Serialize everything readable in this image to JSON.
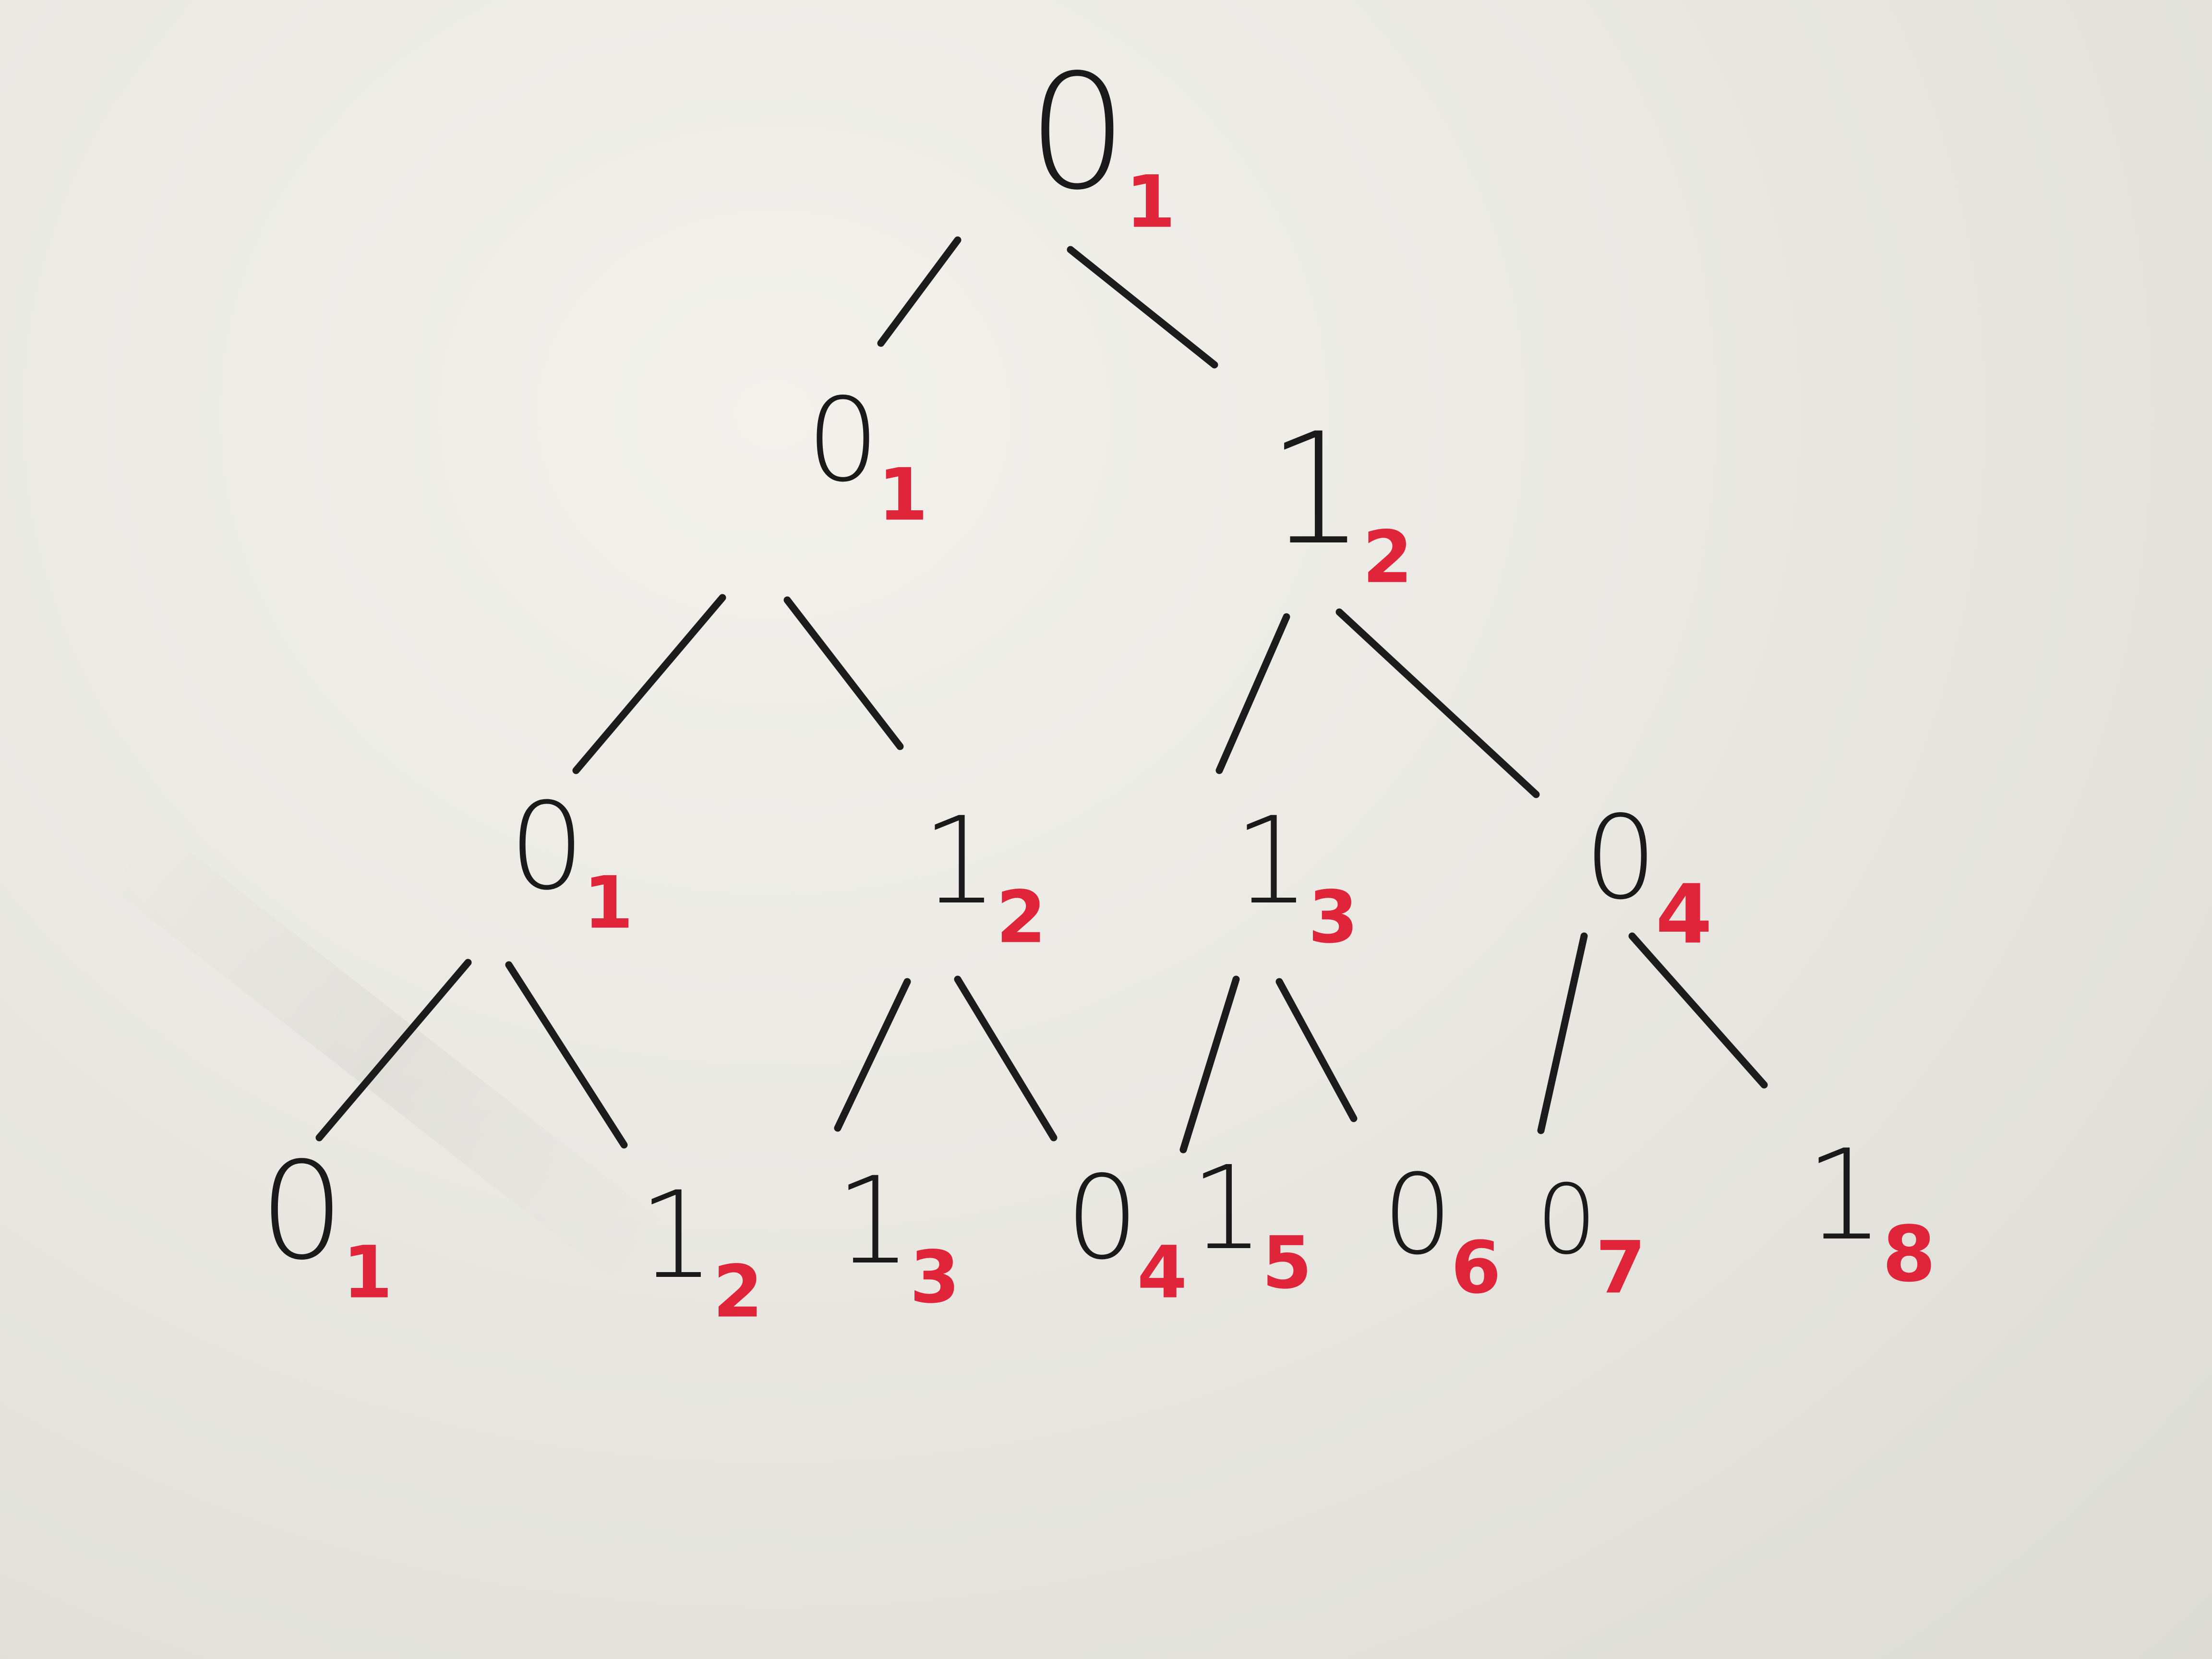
{
  "diagram": {
    "type": "binary-tree",
    "node_value_color": "#1a1a1a",
    "index_color": "#e0243a",
    "nodes": [
      {
        "id": "n0",
        "value": "0",
        "index": "1",
        "level": 0
      },
      {
        "id": "n1",
        "value": "0",
        "index": "1",
        "level": 1
      },
      {
        "id": "n2",
        "value": "1",
        "index": "2",
        "level": 1
      },
      {
        "id": "n3",
        "value": "0",
        "index": "1",
        "level": 2
      },
      {
        "id": "n4",
        "value": "1",
        "index": "2",
        "level": 2
      },
      {
        "id": "n5",
        "value": "1",
        "index": "3",
        "level": 2
      },
      {
        "id": "n6",
        "value": "0",
        "index": "4",
        "level": 2
      },
      {
        "id": "n7",
        "value": "0",
        "index": "1",
        "level": 3
      },
      {
        "id": "n8",
        "value": "1",
        "index": "2",
        "level": 3
      },
      {
        "id": "n9",
        "value": "1",
        "index": "3",
        "level": 3
      },
      {
        "id": "n10",
        "value": "0",
        "index": "4",
        "level": 3
      },
      {
        "id": "n11",
        "value": "1",
        "index": "5",
        "level": 3
      },
      {
        "id": "n12",
        "value": "0",
        "index": "6",
        "level": 3
      },
      {
        "id": "n13",
        "value": "0",
        "index": "7",
        "level": 3
      },
      {
        "id": "n14",
        "value": "1",
        "index": "8",
        "level": 3
      }
    ],
    "edges": [
      [
        "n0",
        "n1"
      ],
      [
        "n0",
        "n2"
      ],
      [
        "n1",
        "n3"
      ],
      [
        "n1",
        "n4"
      ],
      [
        "n2",
        "n5"
      ],
      [
        "n2",
        "n6"
      ],
      [
        "n3",
        "n7"
      ],
      [
        "n3",
        "n8"
      ],
      [
        "n4",
        "n9"
      ],
      [
        "n4",
        "n10"
      ],
      [
        "n5",
        "n11"
      ],
      [
        "n5",
        "n12"
      ],
      [
        "n6",
        "n13"
      ],
      [
        "n6",
        "n14"
      ]
    ]
  }
}
